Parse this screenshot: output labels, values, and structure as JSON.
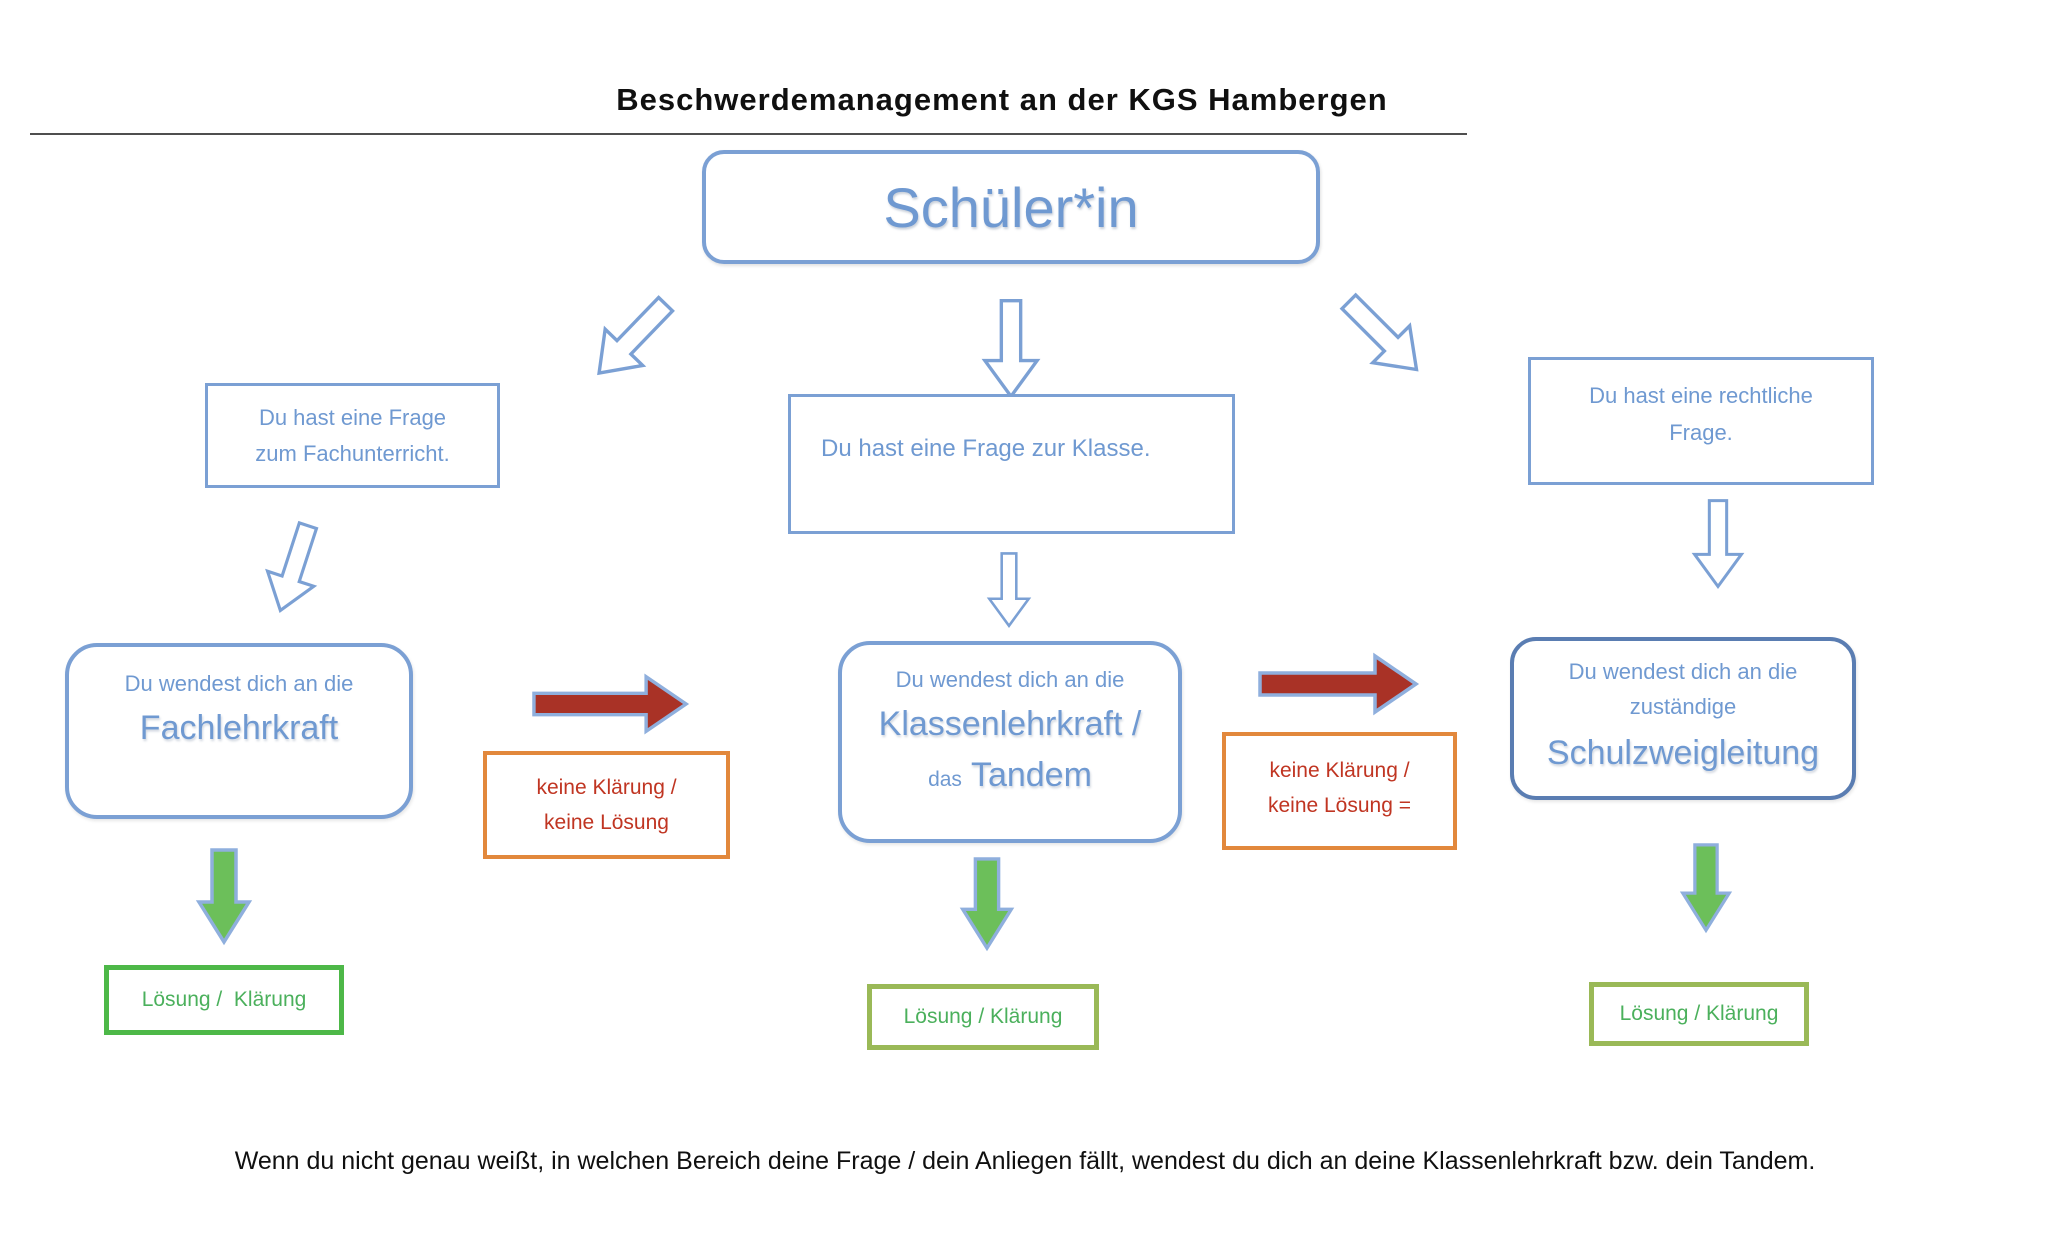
{
  "title": "Beschwerdemanagement an der KGS Hambergen",
  "student_box": {
    "label": "Schüler*in"
  },
  "question_boxes": {
    "left": {
      "line1": "Du hast eine Frage",
      "line2": "zum Fachunterricht."
    },
    "center": {
      "text": "Du hast eine Frage zur Klasse."
    },
    "right": {
      "line1": "Du hast eine rechtliche",
      "line2": "Frage."
    }
  },
  "action_boxes": {
    "left": {
      "intro": "Du wendest dich an die",
      "main": "Fachlehrkraft"
    },
    "center": {
      "intro": "Du wendest dich an die",
      "main": "Klassenlehrkraft /",
      "sub_small": "das",
      "sub_large": "Tandem"
    },
    "right": {
      "intro": "Du wendest dich an die",
      "middle": "zuständige",
      "main": "Schulzweigleitung"
    }
  },
  "no_clarification_boxes": {
    "left": {
      "line1": "keine Klärung /",
      "line2": "keine Lösung"
    },
    "right": {
      "line1": "keine Klärung /",
      "line2": "keine Lösung ="
    }
  },
  "solution_boxes": {
    "left": {
      "label": "Lösung /  Klärung"
    },
    "center": {
      "label": "Lösung / Klärung"
    },
    "right": {
      "label": "Lösung / Klärung"
    }
  },
  "footer_note": "Wenn du nicht genau weißt, in welchen Bereich deine Frage / dein Anliegen fällt, wendest du dich an deine Klassenlehrkraft bzw. dein Tandem.",
  "icons": {
    "down_arrow": "block-arrow-down",
    "right_arrow": "block-arrow-right"
  },
  "colors": {
    "blue_border": "#7ba0d4",
    "blue_text": "#6f99d1",
    "dark_blue_border": "#5a7db2",
    "red_arrow_fill": "#a93226",
    "red_text": "#c03522",
    "orange_border": "#e2883c",
    "green_arrow_fill": "#6cbf5a",
    "green_border_bright": "#4db848",
    "green_border_olive": "#9ab957",
    "green_text": "#4bb05c",
    "arrow_outline": "#8fafdd",
    "title_text": "#101010"
  }
}
